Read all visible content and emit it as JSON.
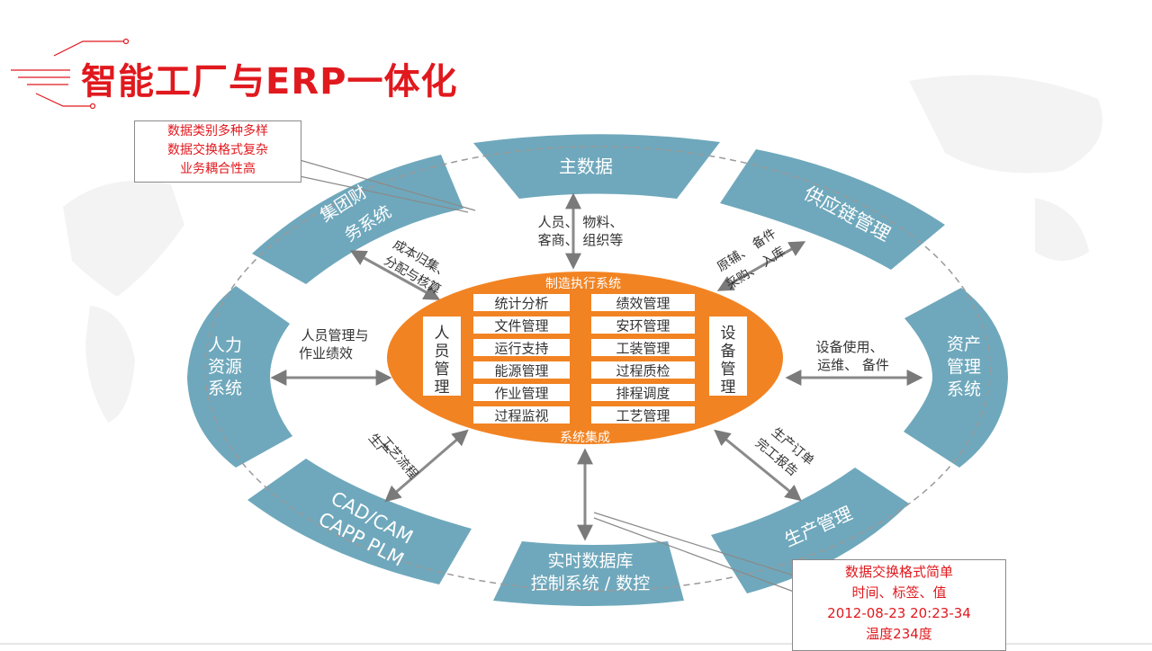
{
  "title": "智能工厂与ERP一体化",
  "top_note": [
    "数据类别多种多样",
    "数据交换格式复杂",
    "业务耦合性高"
  ],
  "bottom_note": [
    "数据交换格式简单",
    "时间、标签、值",
    "2012-08-23 20:23-34",
    "温度234度"
  ],
  "outer_segments": {
    "master_data": "主数据",
    "supply_chain": "供应链管理",
    "asset_mgmt": [
      "资产",
      "管理",
      "系统"
    ],
    "production_mgmt": "生产管理",
    "realtime_db": [
      "实时数据库",
      "控制系统 / 数控"
    ],
    "cad": [
      "CAD/CAM",
      "CAPP PLM"
    ],
    "hr": [
      "人力",
      "资源",
      "系统"
    ],
    "group_finance": [
      "集团财",
      "务系统"
    ]
  },
  "flow_labels": {
    "master": [
      "人员、 物料、",
      "客商、 组织等"
    ],
    "supply": [
      "原辅、 备件",
      "采购、 入库"
    ],
    "asset": [
      "设备使用、",
      "运维、 备件"
    ],
    "production": [
      "生产订单",
      "完工报告"
    ],
    "cad": [
      "生产",
      "工艺流程"
    ],
    "hr": [
      "人员管理与",
      "作业绩效"
    ],
    "finance": [
      "成本归集、",
      "分配与核算"
    ]
  },
  "core": {
    "top_label": "制造执行系统",
    "bottom_label": "系统集成",
    "left_label": "人员管理",
    "right_label": "设备管理",
    "modules_left": [
      "统计分析",
      "文件管理",
      "运行支持",
      "能源管理",
      "作业管理",
      "过程监视"
    ],
    "modules_right": [
      "绩效管理",
      "安环管理",
      "工装管理",
      "过程质检",
      "排程调度",
      "工艺管理"
    ]
  },
  "colors": {
    "title": "#e0191e",
    "ring": "#6fa8bc",
    "core": "#f28322",
    "note_text": "#e0191e"
  }
}
